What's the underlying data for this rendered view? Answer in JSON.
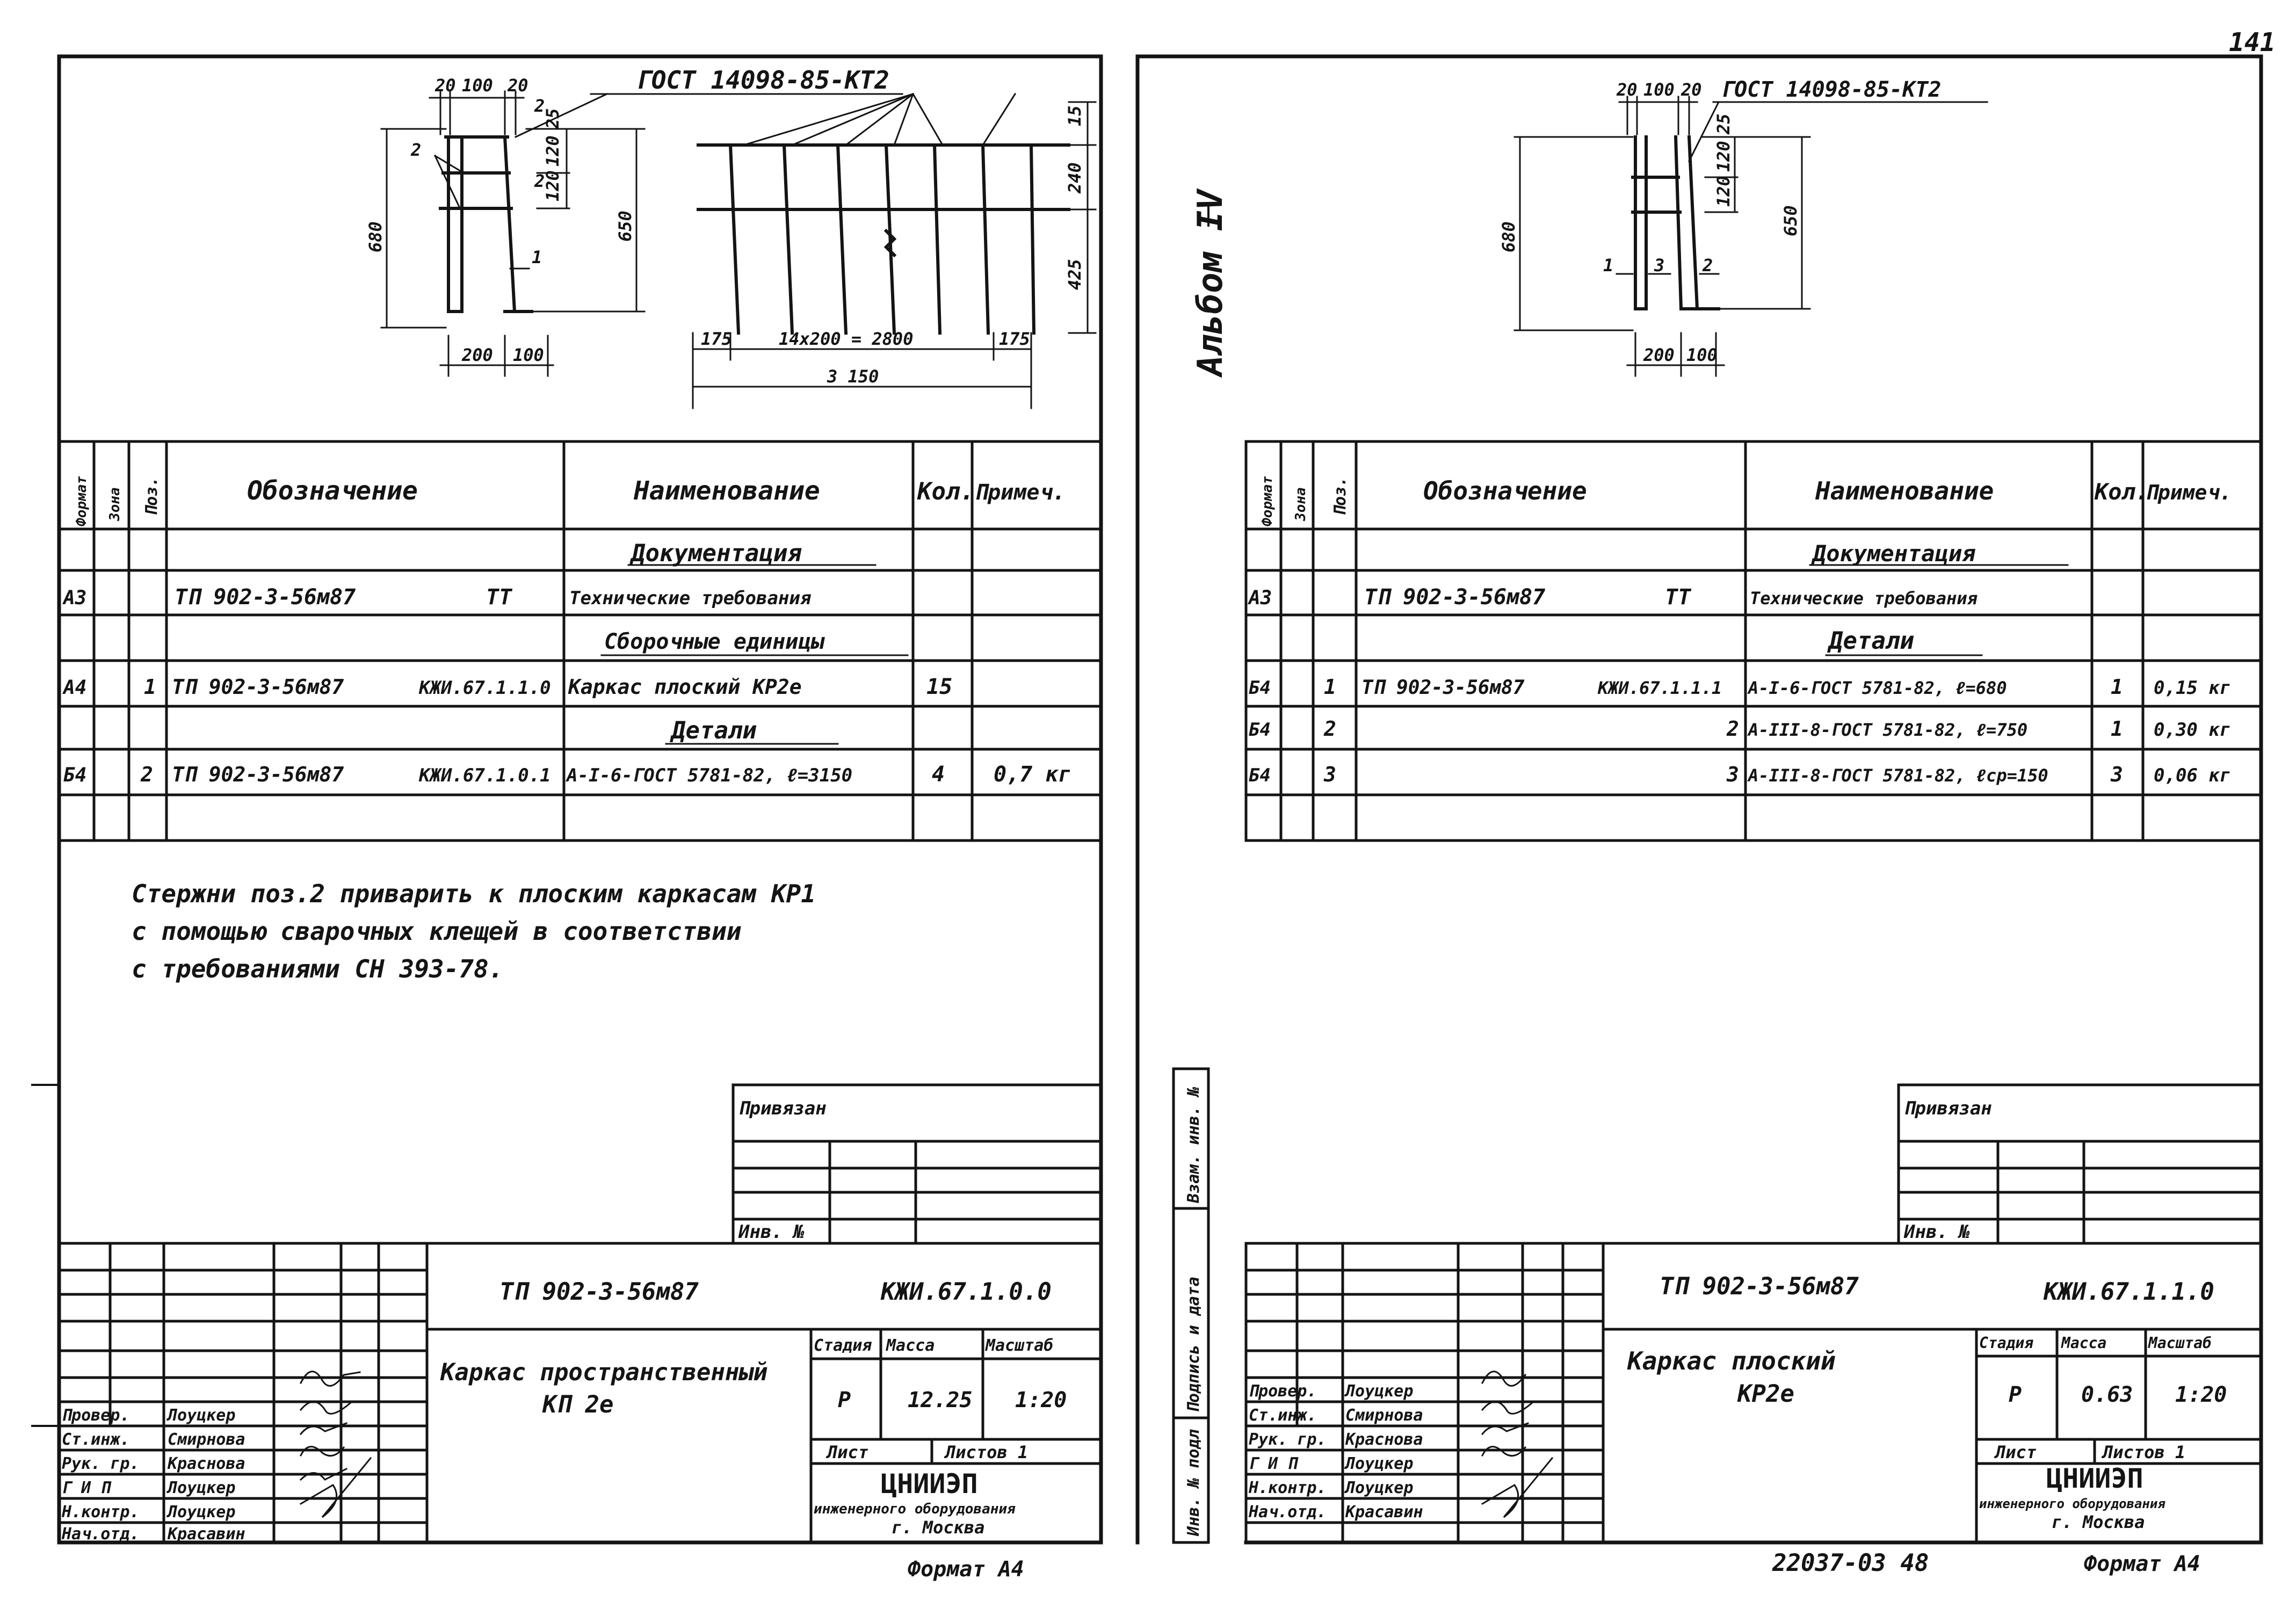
{
  "page_number": "141",
  "album_label": "Альбом IV",
  "side_stamp_labels": [
    "Инв. № подл",
    "Подпись и дата",
    "Взам. инв. №"
  ],
  "bottom_code": "22037-03   48",
  "left": {
    "drawing": {
      "gost_label": "ГОСТ 14098-85-КТ2",
      "dims": [
        "20",
        "100",
        "20",
        "2",
        "25",
        "120",
        "120",
        "2",
        "650",
        "680",
        "1",
        "2",
        "200",
        "100",
        "15",
        "240",
        "425",
        "175",
        "14x200 = 2800",
        "175",
        "3 150"
      ]
    },
    "table": {
      "headers": [
        "Формат",
        "Зона",
        "Поз.",
        "Обозначение",
        "Наименование",
        "Кол.",
        "Примеч."
      ],
      "rows": [
        {
          "format": "",
          "zone": "",
          "pos": "",
          "designation": "",
          "code": "",
          "name": "Документация",
          "qty": "",
          "note": "",
          "section": true
        },
        {
          "format": "А3",
          "zone": "",
          "pos": "",
          "designation": "ТП 902-3-56м87",
          "code": "ТТ",
          "name": "Технические требования",
          "qty": "",
          "note": "",
          "section": false
        },
        {
          "format": "",
          "zone": "",
          "pos": "",
          "designation": "",
          "code": "",
          "name": "Сборочные единицы",
          "qty": "",
          "note": "",
          "section": true
        },
        {
          "format": "А4",
          "zone": "",
          "pos": "1",
          "designation": "ТП 902-3-56м87",
          "code": "КЖИ.67.1.1.0",
          "name": "Каркас плоский КР2е",
          "qty": "15",
          "note": "",
          "section": false
        },
        {
          "format": "",
          "zone": "",
          "pos": "",
          "designation": "",
          "code": "",
          "name": "Детали",
          "qty": "",
          "note": "",
          "section": true
        },
        {
          "format": "Б4",
          "zone": "",
          "pos": "2",
          "designation": "ТП 902-3-56м87",
          "code": "КЖИ.67.1.0.1",
          "name": "А-I-6-ГОСТ 5781-82, ℓ=3150",
          "qty": "4",
          "note": "0,7 кг",
          "section": false
        },
        {
          "format": "",
          "zone": "",
          "pos": "",
          "designation": "",
          "code": "",
          "name": "",
          "qty": "",
          "note": "",
          "section": false
        }
      ]
    },
    "note_lines": [
      "Стержни поз.2 приварить к плоским каркасам КР1",
      "с помощью сварочных клещей в соответствии",
      "с требованиями СН 393-78."
    ],
    "privyazan_label": "Привязан",
    "inv_label": "Инв. №",
    "title_block": {
      "doc_code": "ТП 902-3-56м87",
      "mark": "КЖИ.67.1.0.0",
      "title_line1": "Каркас пространственный",
      "title_line2": "КП 2е",
      "stage_h": "Стадия",
      "mass_h": "Масса",
      "scale_h": "Масштаб",
      "stage": "Р",
      "mass": "12.25",
      "scale": "1:20",
      "sheet_label": "Лист",
      "sheets_label": "Листов 1",
      "org1": "ЦНИИЭП",
      "org2": "инженерного оборудования",
      "org3": "г. Москва",
      "roles": [
        "Провер.",
        "Ст.инж.",
        "Рук. гр.",
        "Г И П",
        "Н.контр.",
        "Нач.отд."
      ],
      "names": [
        "Лоуцкер",
        "Смирнова",
        "Краснова",
        "Лоуцкер",
        "Лоуцкер",
        "Красавин"
      ]
    },
    "format_label": "Формат А4"
  },
  "right": {
    "drawing": {
      "gost_label": "ГОСТ 14098-85-КТ2",
      "dims": [
        "20",
        "100",
        "20",
        "25",
        "120",
        "120",
        "650",
        "680",
        "1",
        "3",
        "2",
        "200",
        "100"
      ]
    },
    "table": {
      "headers": [
        "Формат",
        "Зона",
        "Поз.",
        "Обозначение",
        "Наименование",
        "Кол.",
        "Примеч."
      ],
      "rows": [
        {
          "format": "",
          "zone": "",
          "pos": "",
          "designation": "",
          "code": "",
          "name": "Документация",
          "qty": "",
          "note": "",
          "section": true
        },
        {
          "format": "А3",
          "zone": "",
          "pos": "",
          "designation": "ТП 902-3-56м87",
          "code": "ТТ",
          "name": "Технические требования",
          "qty": "",
          "note": "",
          "section": false
        },
        {
          "format": "",
          "zone": "",
          "pos": "",
          "designation": "",
          "code": "",
          "name": "Детали",
          "qty": "",
          "note": "",
          "section": true
        },
        {
          "format": "Б4",
          "zone": "",
          "pos": "1",
          "designation": "ТП 902-3-56м87",
          "code": "КЖИ.67.1.1.1",
          "name": "А-I-6-ГОСТ 5781-82, ℓ=680",
          "qty": "1",
          "note": "0,15 кг",
          "section": false
        },
        {
          "format": "Б4",
          "zone": "",
          "pos": "2",
          "designation": "",
          "code": "2",
          "name": "А-III-8-ГОСТ 5781-82, ℓ=750",
          "qty": "1",
          "note": "0,30 кг",
          "section": false
        },
        {
          "format": "Б4",
          "zone": "",
          "pos": "3",
          "designation": "",
          "code": "3",
          "name": "А-III-8-ГОСТ 5781-82, ℓср=150",
          "qty": "3",
          "note": "0,06 кг",
          "section": false
        },
        {
          "format": "",
          "zone": "",
          "pos": "",
          "designation": "",
          "code": "",
          "name": "",
          "qty": "",
          "note": "",
          "section": false
        }
      ]
    },
    "privyazan_label": "Привязан",
    "inv_label": "Инв. №",
    "title_block": {
      "doc_code": "ТП 902-3-56м87",
      "mark": "КЖИ.67.1.1.0",
      "title_line1": "Каркас плоский",
      "title_line2": "КР2е",
      "stage_h": "Стадия",
      "mass_h": "Масса",
      "scale_h": "Масштаб",
      "stage": "Р",
      "mass": "0.63",
      "scale": "1:20",
      "sheet_label": "Лист",
      "sheets_label": "Листов 1",
      "org1": "ЦНИИЭП",
      "org2": "инженерного оборудования",
      "org3": "г. Москва",
      "roles": [
        "Провер.",
        "Ст.инж.",
        "Рук. гр.",
        "Г И П",
        "Н.контр.",
        "Нач.отд."
      ],
      "names": [
        "Лоуцкер",
        "Смирнова",
        "Краснова",
        "Лоуцкер",
        "Лоуцкер",
        "Красавин"
      ]
    },
    "format_label": "Формат А4"
  }
}
